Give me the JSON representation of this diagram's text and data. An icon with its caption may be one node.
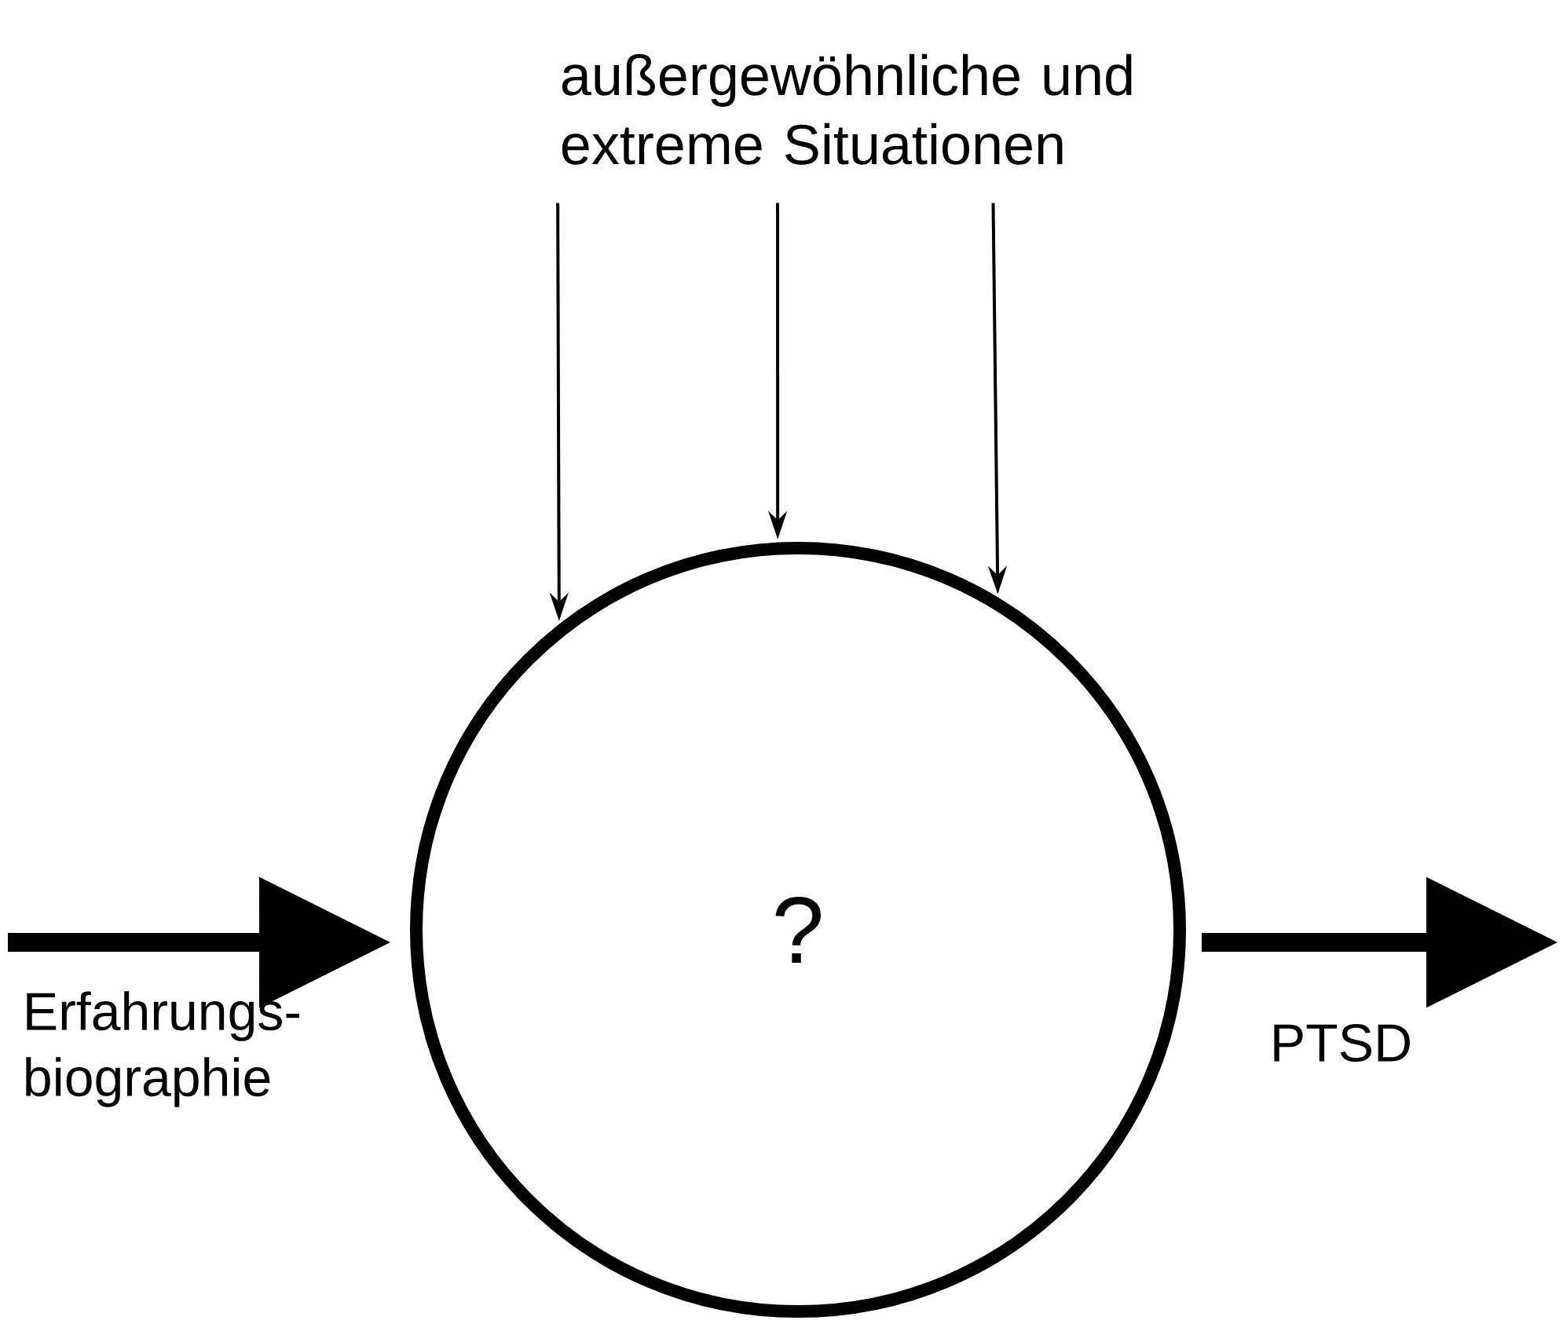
{
  "diagram": {
    "nodes": [
      {
        "text": [
          "außergewöhnliche und extreme Situationen"
        ]
      },
      {
        "text": [
          "?"
        ]
      }
    ],
    "edges": [
      {
        "from": 0,
        "to": 1,
        "arrow": "to"
      },
      {
        "from": 0,
        "to": 1,
        "arrow": "to"
      },
      {
        "from": 0,
        "to": 1,
        "arrow": "to"
      },
      {
        "from": null,
        "to": 1,
        "arrow": "to",
        "style": "thick",
        "label": "Erfahrungs- biographie"
      },
      {
        "from": 1,
        "to": null,
        "arrow": "to",
        "style": "thick",
        "label": "PTSD"
      }
    ]
  }
}
